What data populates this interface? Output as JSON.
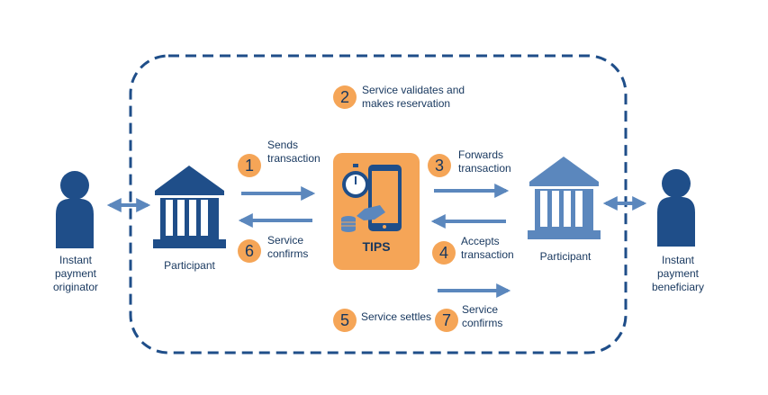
{
  "center": {
    "label": "TIPS"
  },
  "parties": {
    "originator": "Instant payment originator",
    "beneficiary": "Instant payment beneficiary",
    "participant_left": "Participant",
    "participant_right": "Participant"
  },
  "steps": [
    {
      "num": "1",
      "text": "Sends transaction"
    },
    {
      "num": "2",
      "text": "Service validates and makes reservation"
    },
    {
      "num": "3",
      "text": "Forwards transaction"
    },
    {
      "num": "4",
      "text": "Accepts transaction"
    },
    {
      "num": "5",
      "text": "Service settles"
    },
    {
      "num": "6",
      "text": "Service confirms"
    },
    {
      "num": "7",
      "text": "Service confirms"
    }
  ],
  "colors": {
    "navy": "#1f4e89",
    "arrow": "#5b87bd",
    "orange": "#f5a557",
    "text": "#17375e"
  },
  "icons": [
    "person-icon",
    "bank-building-icon",
    "phone-icon",
    "stopwatch-icon",
    "coins-icon",
    "double-arrow-icon"
  ]
}
